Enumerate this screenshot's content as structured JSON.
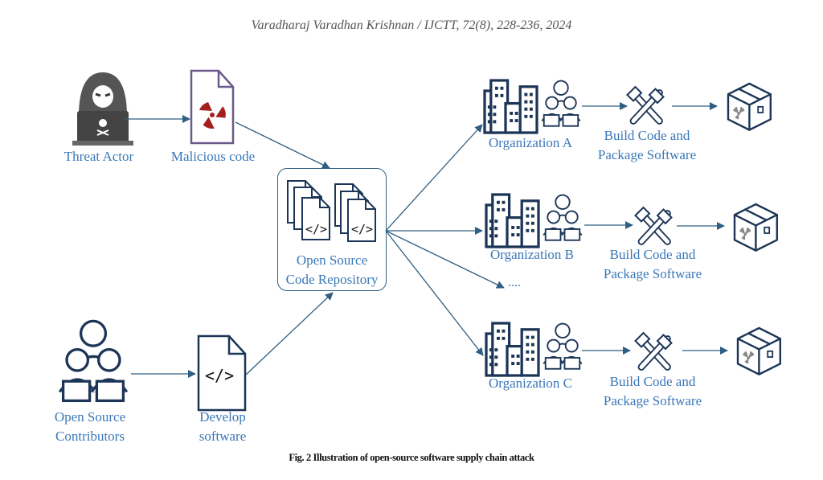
{
  "header": "Varadharaj Varadhan Krishnan / IJCTT, 72(8), 228-236, 2024",
  "caption": "Fig. 2 Illustration of open-source software supply chain attack",
  "colors": {
    "label": "#3a77b8",
    "line": "#2f5f82",
    "icon": "#1c3557",
    "threat": "#a3201e"
  },
  "nodes": {
    "threat_actor": "Threat Actor",
    "malicious_code": "Malicious code",
    "repo_line1": "Open Source",
    "repo_line2": "Code Repository",
    "contributors_line1": "Open Source",
    "contributors_line2": "Contributors",
    "develop_line1": "Develop",
    "develop_line2": "software",
    "ellipsis": "....",
    "orgs": [
      {
        "name": "Organization A",
        "build_line1": "Build Code and",
        "build_line2": "Package Software"
      },
      {
        "name": "Organization B",
        "build_line1": "Build Code and",
        "build_line2": "Package Software"
      },
      {
        "name": "Organization C",
        "build_line1": "Build Code and",
        "build_line2": "Package Software"
      }
    ]
  },
  "code_glyph": "</>"
}
